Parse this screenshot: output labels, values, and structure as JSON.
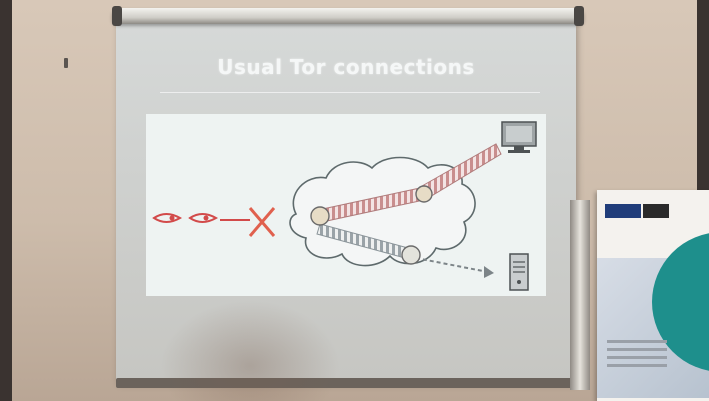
{
  "slide": {
    "title": "Usual Tor connections"
  },
  "diagram": {
    "nodes": [
      "eyes-icon",
      "blocked-x-icon",
      "tor-cloud",
      "relay-node-entry",
      "relay-node-middle",
      "relay-node-exit",
      "monitor-icon",
      "server-icon"
    ],
    "colors": {
      "eyes": "#d24a4a",
      "blocked": "#e0604e",
      "encrypted_link": "#c98e8e",
      "plain_link": "#9aa3a8",
      "cloud_stroke": "#5e6a6c"
    }
  }
}
